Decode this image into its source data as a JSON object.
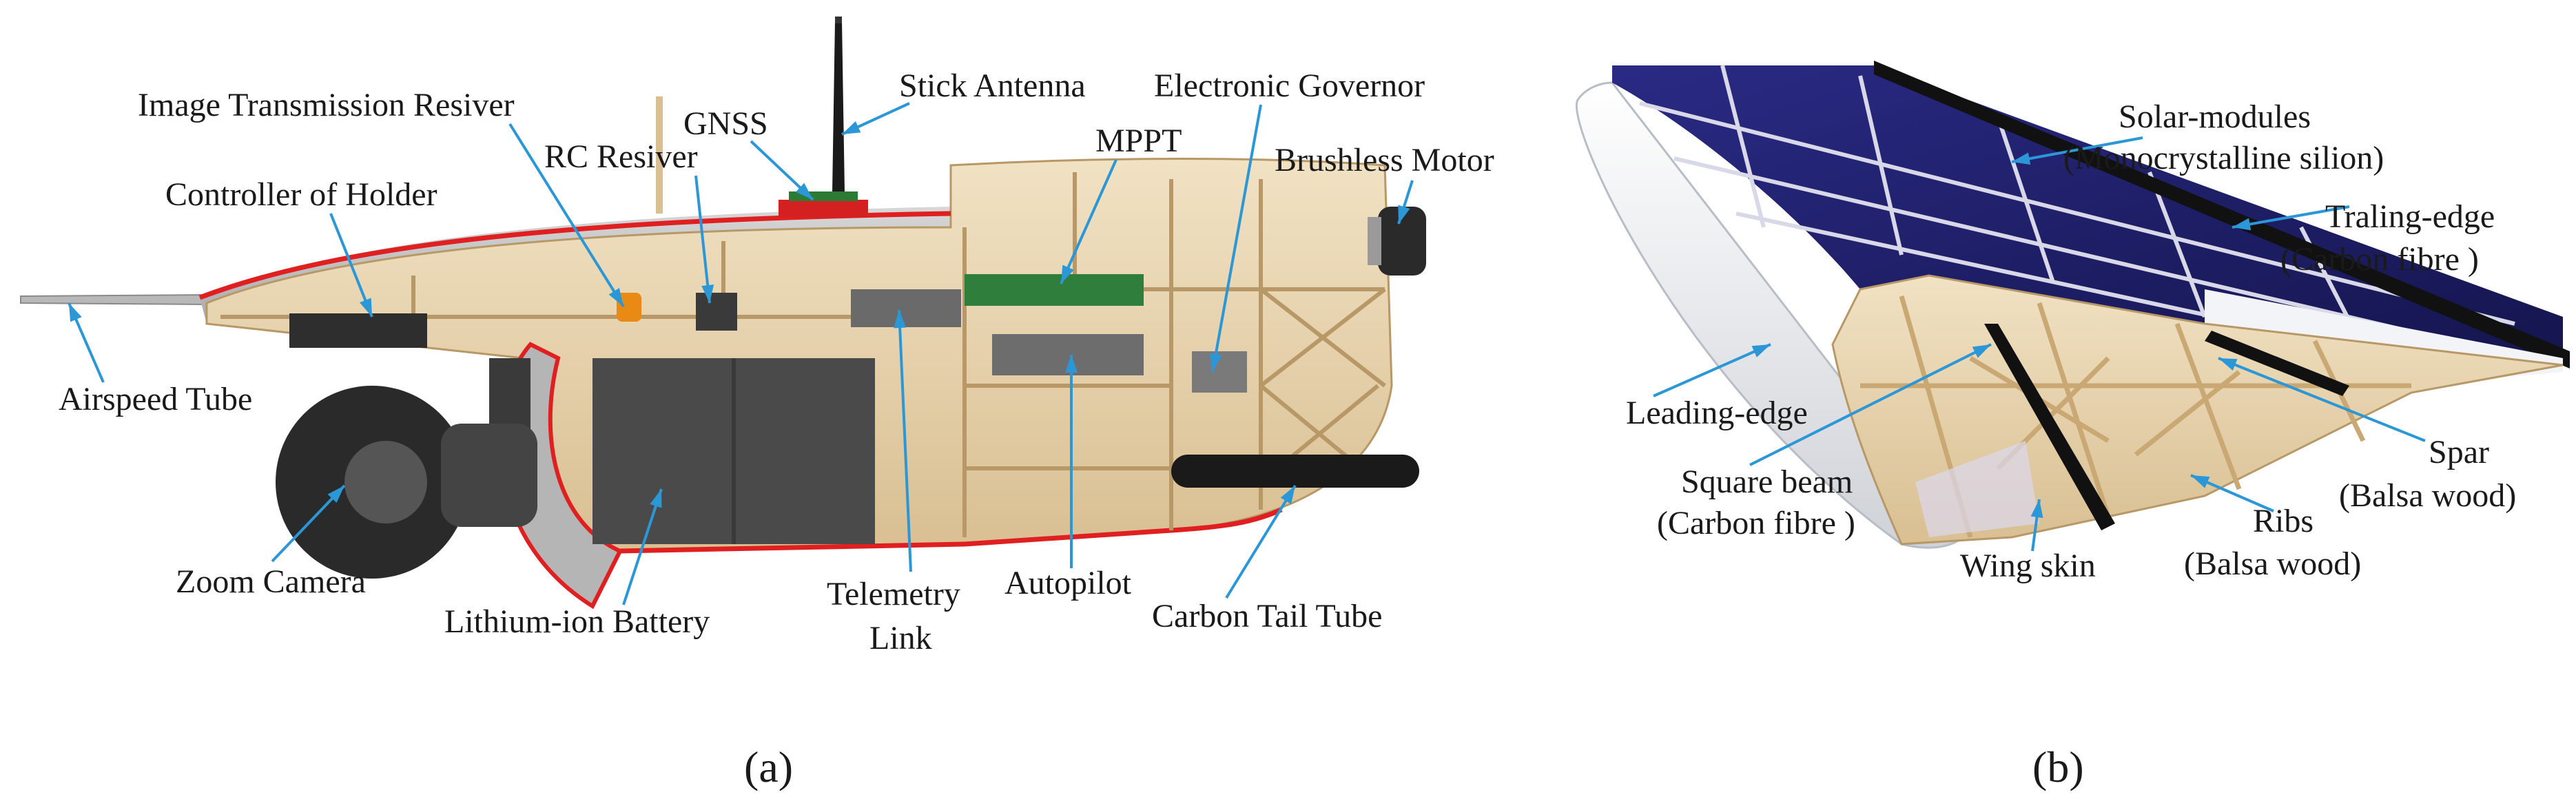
{
  "panel_a": {
    "caption": "(a)",
    "labels": {
      "stick_antenna": "Stick Antenna",
      "electronic_governor": "Electronic Governor",
      "image_transmission": "Image Transmission Resiver",
      "gnss": "GNSS",
      "mppt": "MPPT",
      "rc_resiver": "RC Resiver",
      "brushless_motor": "Brushless Motor",
      "controller_holder": "Controller of Holder",
      "airspeed_tube": "Airspeed Tube",
      "zoom_camera": "Zoom Camera",
      "lithium_battery": "Lithium-ion Battery",
      "telemetry_1": "Telemetry",
      "telemetry_2": "Link",
      "autopilot": "Autopilot",
      "carbon_tail": "Carbon Tail Tube"
    }
  },
  "panel_b": {
    "caption": "(b)",
    "labels": {
      "solar_1": "Solar-modules",
      "solar_2": "(Monocrystalline silion)",
      "trailing_1": "Traling-edge",
      "trailing_2": "(Carbon fibre )",
      "leading": "Leading-edge",
      "square_1": "Square beam",
      "square_2": "(Carbon fibre )",
      "spar_1": "Spar",
      "spar_2": "(Balsa wood)",
      "ribs_1": "Ribs",
      "ribs_2": "(Balsa wood)",
      "wing_skin": "Wing skin"
    }
  },
  "colors": {
    "leader": "#2b97d6",
    "balsa": "#e9d6b2",
    "solar": "#1f1f6e",
    "shell_edge": "#e02020",
    "battery": "#4a4a4a"
  }
}
